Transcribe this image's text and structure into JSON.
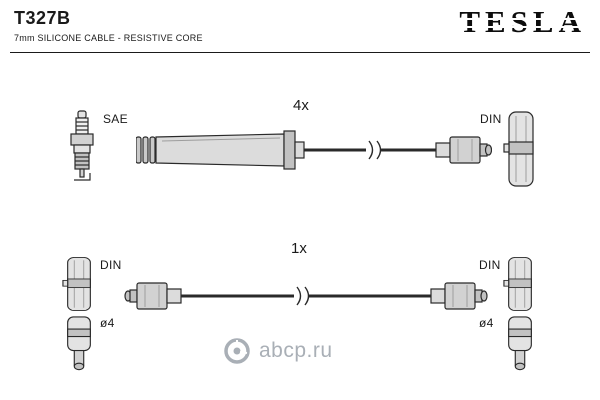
{
  "header": {
    "part_number": "T327B",
    "subtitle": "7mm SILICONE CABLE - RESISTIVE CORE",
    "brand": "TESLA"
  },
  "diagram_top": {
    "plug_standard_label": "SAE",
    "quantity_label": "4x",
    "connector_label": "DIN"
  },
  "diagram_bottom": {
    "quantity_label": "1x",
    "left_connector_label": "DIN",
    "left_terminal_label": "ø4",
    "right_connector_label": "DIN",
    "right_terminal_label": "ø4"
  },
  "watermark": {
    "site": "abcp.ru"
  },
  "colors": {
    "ink": "#1a1a1a",
    "metal_light": "#e3e3e3",
    "metal_mid": "#d2d2d2",
    "metal_dark": "#c2c2c2",
    "watermark_gray": "#a9afb6"
  }
}
